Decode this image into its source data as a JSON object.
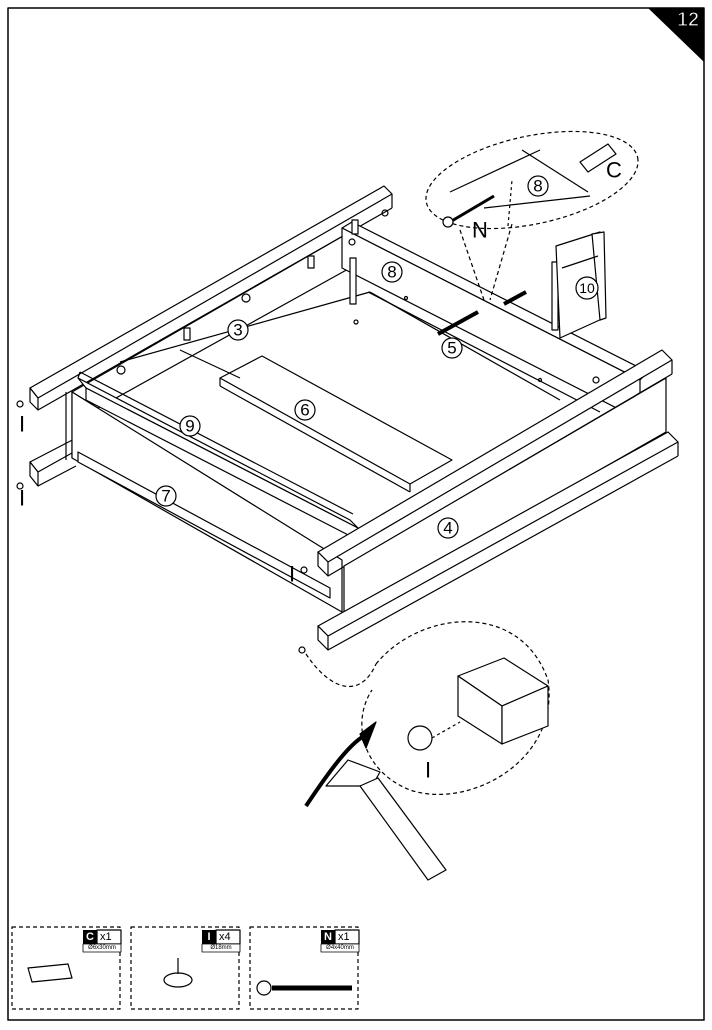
{
  "page": {
    "step_number": "12"
  },
  "part_labels": {
    "p3": "3",
    "p4": "4",
    "p5": "5",
    "p6": "6",
    "p7": "7",
    "p8": "8",
    "p8_detail": "8",
    "p9": "9",
    "p10": "10"
  },
  "hardware_labels": {
    "c_detail": "C",
    "n_detail": "N",
    "i_detail": "I",
    "i_left_top": "I",
    "i_left_bottom": "I",
    "i_front": "I"
  },
  "hardware_list": [
    {
      "letter": "C",
      "qty": "x1",
      "size": "Ø6x30mm",
      "icon": "dowel-icon"
    },
    {
      "letter": "I",
      "qty": "x4",
      "size": "Ø18mm",
      "icon": "nail-glide-icon"
    },
    {
      "letter": "N",
      "qty": "x1",
      "size": "Ø4x40mm",
      "icon": "screw-icon"
    }
  ]
}
